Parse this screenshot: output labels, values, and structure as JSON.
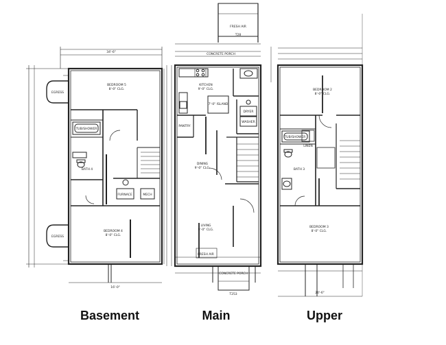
{
  "labels": {
    "basement": "Basement",
    "main": "Main",
    "upper": "Upper"
  },
  "basement": {
    "bedroom_top": "BEDROOM 5",
    "bedroom_top_ceiling": "8'-0\" CLG.",
    "bedroom_bottom": "BEDROOM 4",
    "bedroom_bottom_ceiling": "8'-0\" CLG.",
    "tub": "TUB/SHOWER",
    "bath": "BATH 4",
    "furnace": "FURNACE",
    "mech": "MECH",
    "egress_top": "EGRESS",
    "egress_bottom": "EGRESS",
    "dim_top": "34'-6\"",
    "dim_bottom": "16'-0\""
  },
  "main": {
    "porch_top": "FRESH AIR",
    "kitchen": "KITCHEN",
    "kitchen_ceiling": "9'-0\" CLG.",
    "island": "7'-0\" ISLAND",
    "dryer": "DRYER",
    "washer": "WASHER",
    "pantry": "PANTRY",
    "dining": "DINING",
    "dining_ceiling": "9'-0\" CLG.",
    "living": "LIVING",
    "living_ceiling": "9'-0\" CLG.",
    "concrete_porch_top": "CONCRETE PORCH",
    "concrete_porch_bottom": "CONCRETE PORCH",
    "fresh_air_bottom": "FRESH AIR",
    "tag_bottom": "T253",
    "tag_top": "T28"
  },
  "upper": {
    "bedroom_top": "BEDROOM 2",
    "bedroom_top_ceiling": "8'-0\" CLG.",
    "bedroom_bottom": "BEDROOM 3",
    "bedroom_bottom_ceiling": "8'-0\" CLG.",
    "tub": "TUB/SHOWER",
    "linen": "LINEN",
    "bath": "BATH 3",
    "dim_bottom": "20'-6\""
  }
}
